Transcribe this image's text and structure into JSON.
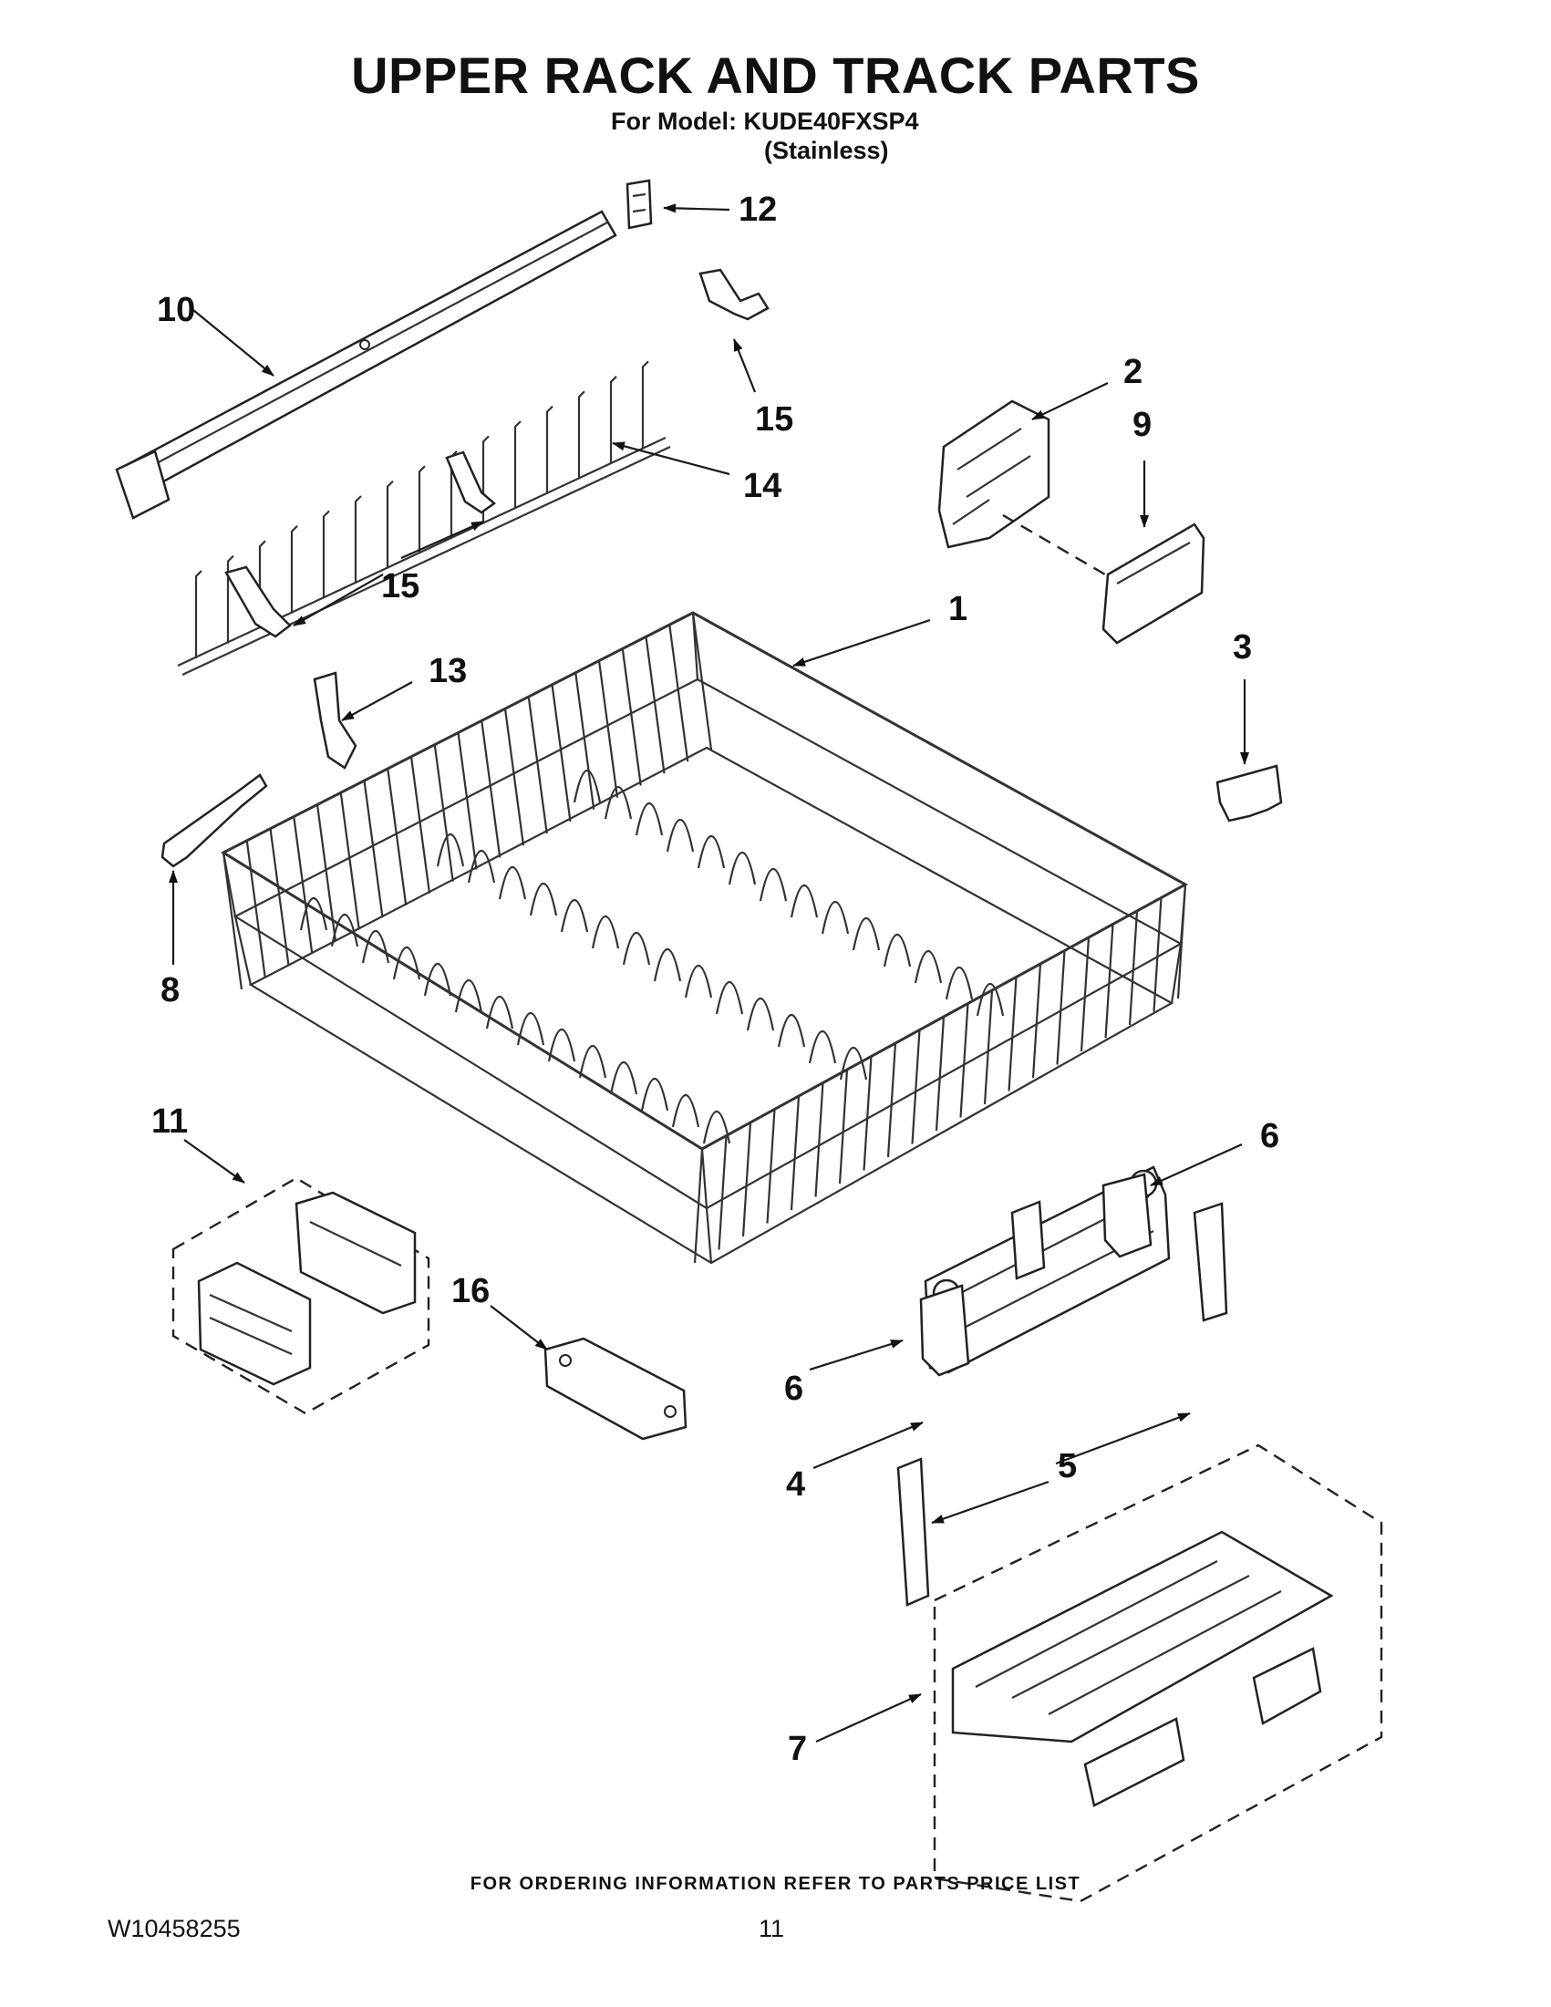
{
  "header": {
    "title": "UPPER RACK AND TRACK PARTS",
    "model_line": "For Model: KUDE40FXSP4",
    "variant_line": "(Stainless)"
  },
  "callouts": {
    "c1": "1",
    "c2": "2",
    "c3": "3",
    "c4": "4",
    "c5a": "5",
    "c6a": "6",
    "c6b": "6",
    "c7": "7",
    "c8": "8",
    "c9": "9",
    "c10": "10",
    "c11": "11",
    "c12": "12",
    "c13": "13",
    "c14": "14",
    "c15a": "15",
    "c15b": "15",
    "c16": "16"
  },
  "footer": {
    "ordering_note": "FOR ORDERING INFORMATION REFER TO PARTS PRICE LIST",
    "document_number": "W10458255",
    "page_number": "11"
  }
}
